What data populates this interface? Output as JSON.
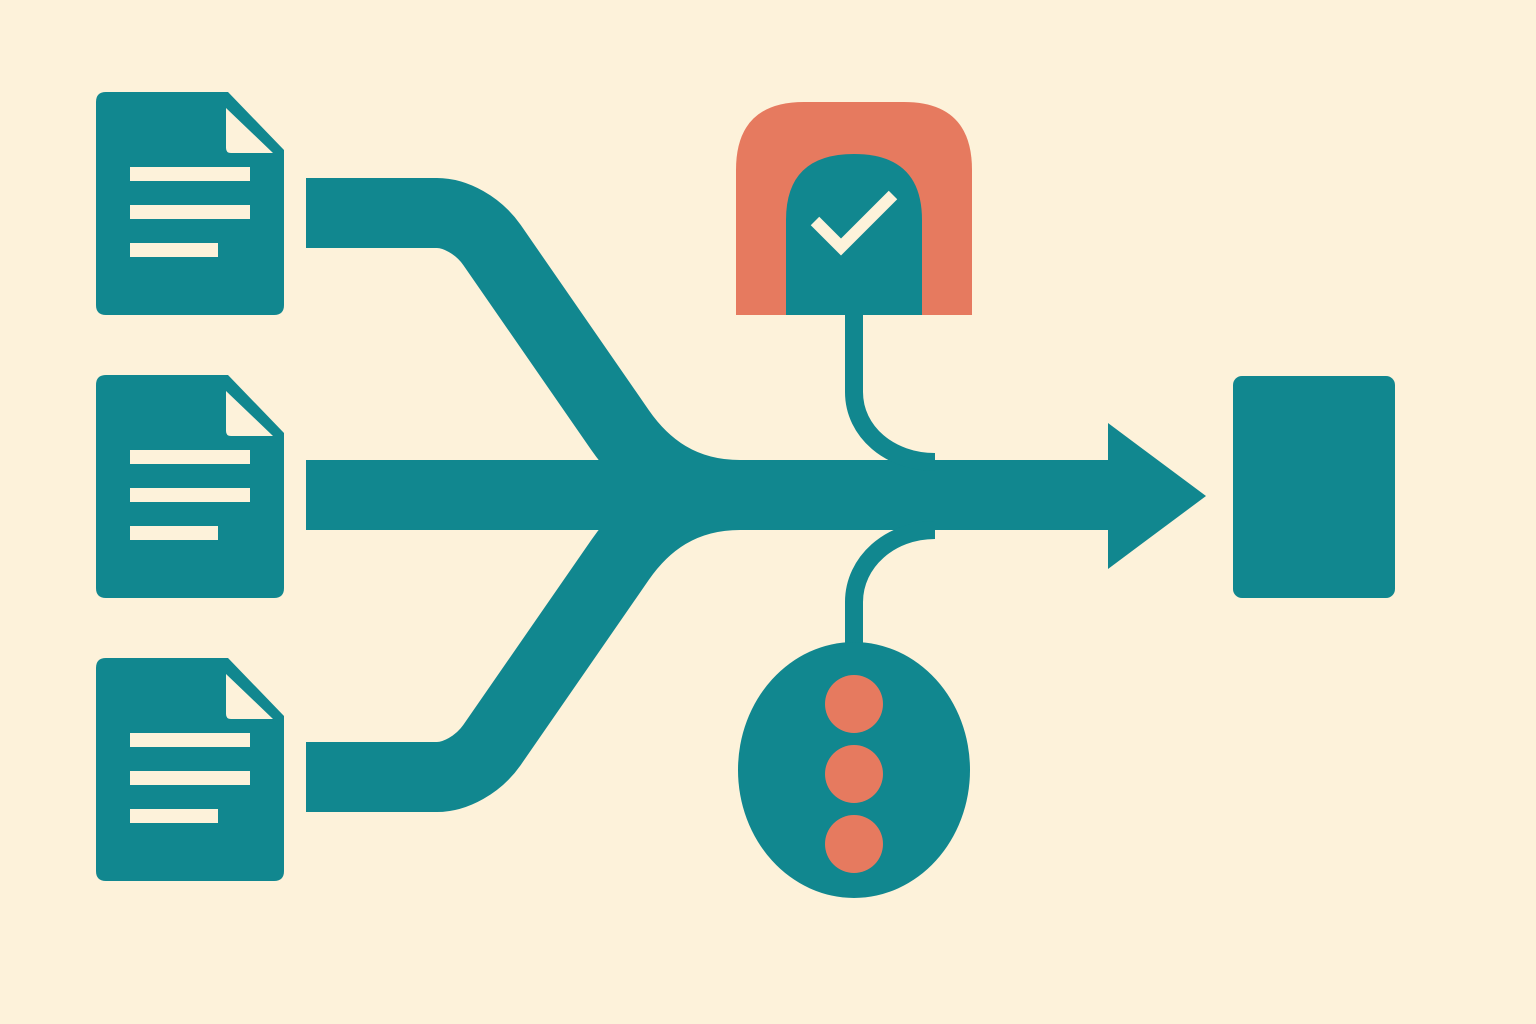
{
  "diagram": {
    "type": "merge-flow",
    "background_color": "#FDF2DA",
    "primary_color": "#11878F",
    "accent_color": "#E67A5F",
    "line_color": "#FDF2DA",
    "inputs": [
      {
        "icon": "document-icon",
        "text_lines": 3
      },
      {
        "icon": "document-icon",
        "text_lines": 3
      },
      {
        "icon": "document-icon",
        "text_lines": 3
      }
    ],
    "checkpoint": {
      "icon": "checkmark-icon",
      "shape": "arch"
    },
    "processor": {
      "icon": "three-dots-icon",
      "dot_count": 3
    },
    "output": {
      "icon": "output-block-icon"
    }
  }
}
